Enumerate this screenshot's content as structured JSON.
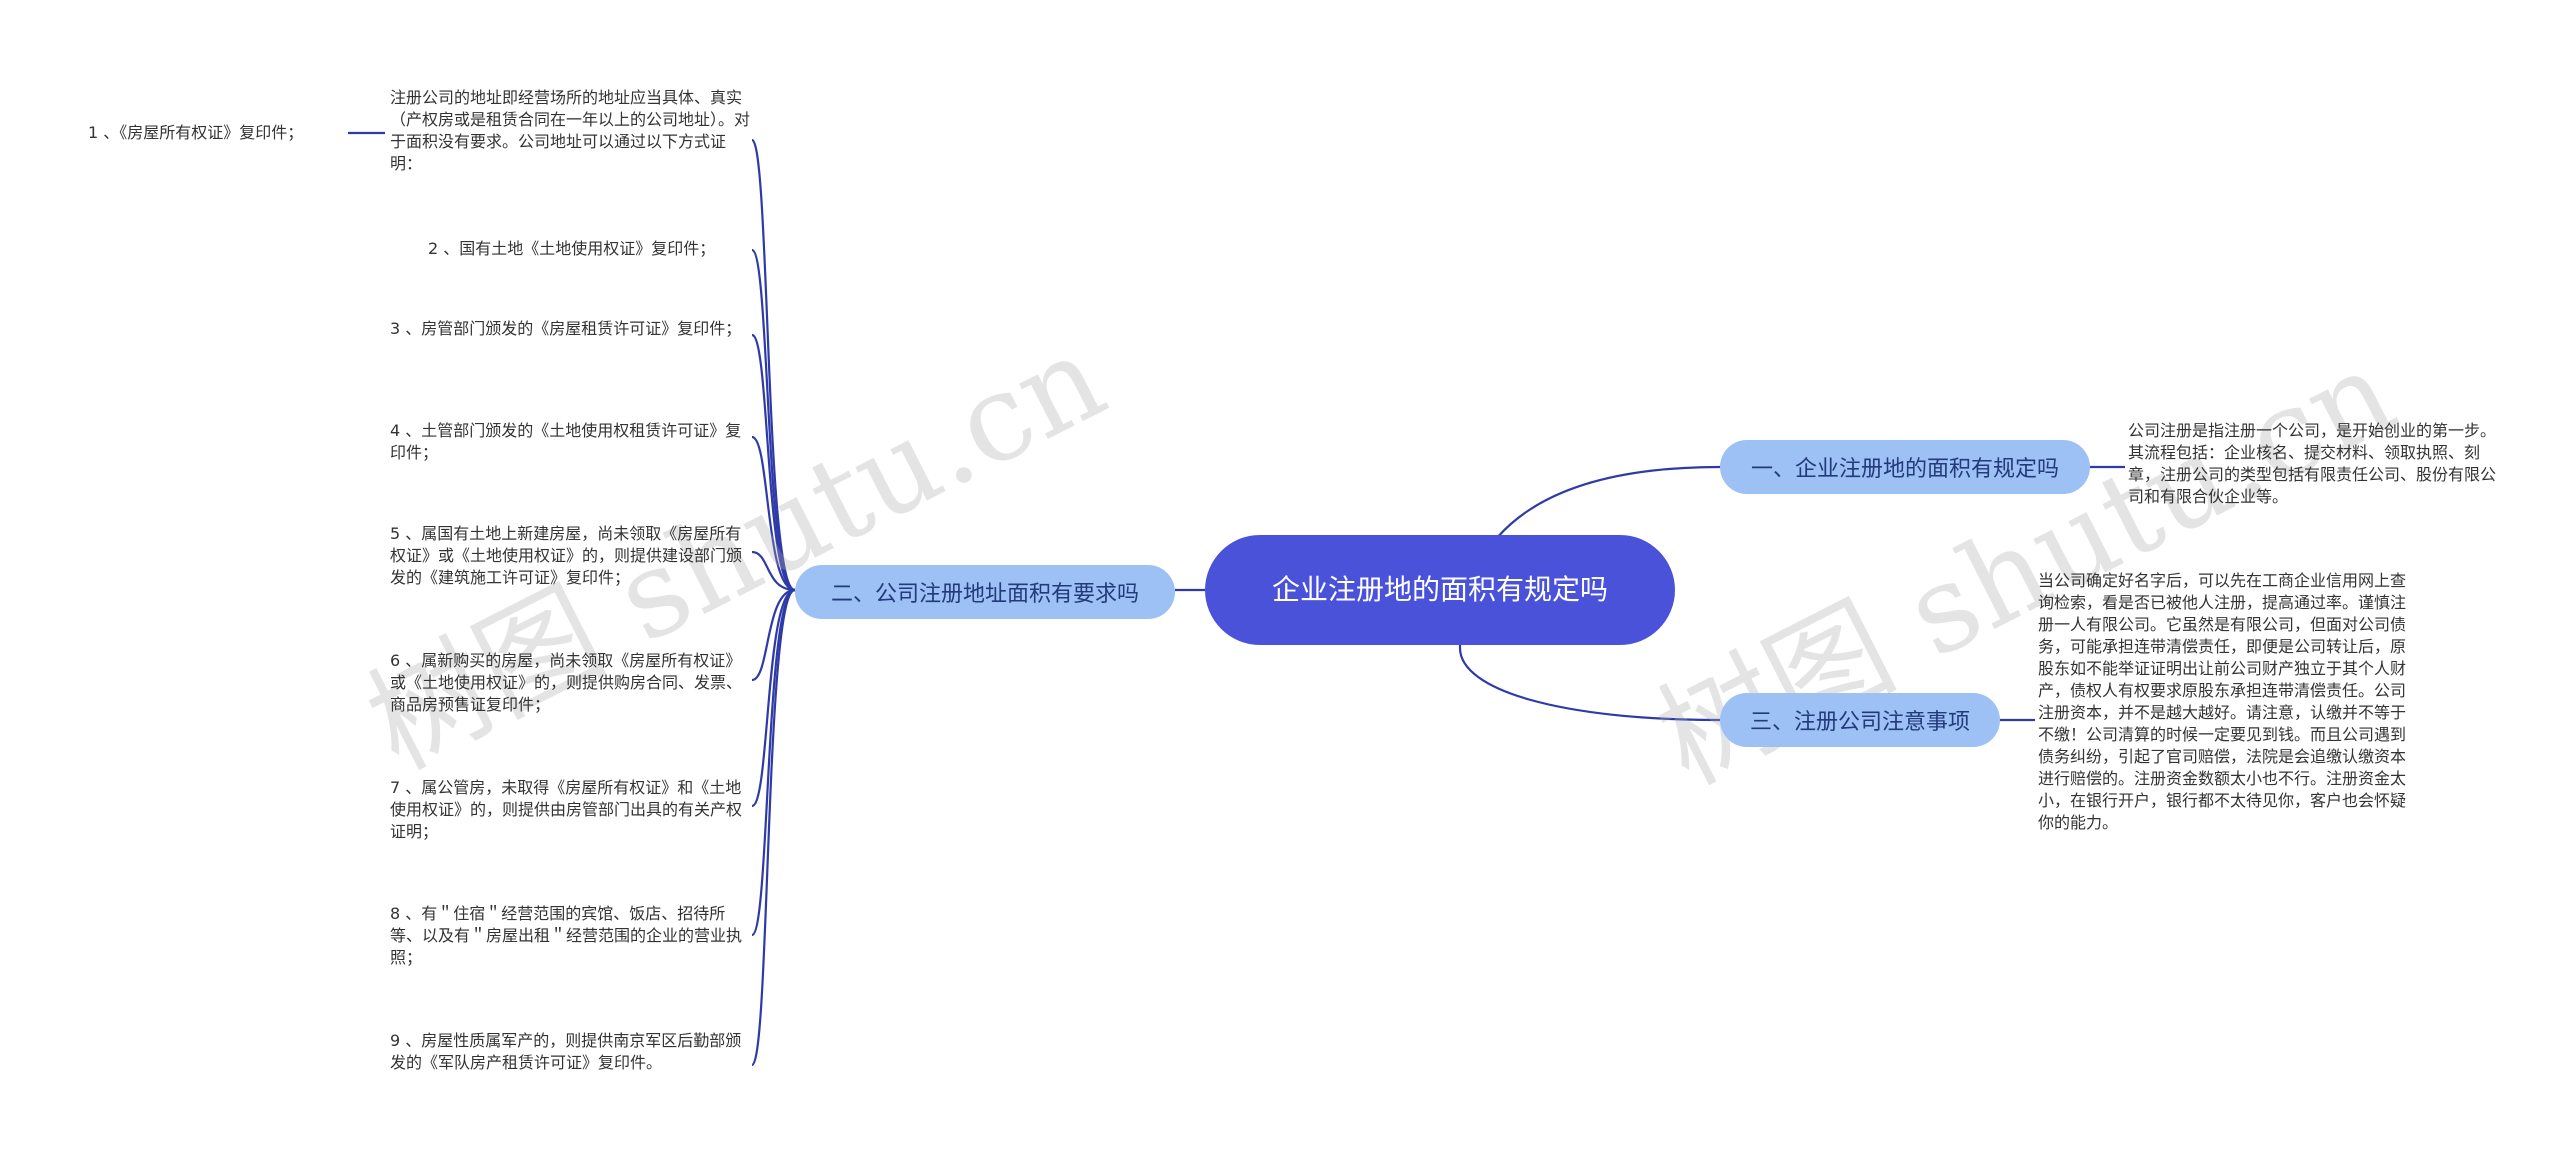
{
  "central": "企业注册地的面积有规定吗",
  "branches": {
    "b1": {
      "label": "一、企业注册地的面积有规定吗",
      "detail": "公司注册是指注册一个公司，是开始创业的第一步。其流程包括：企业核名、提交材料、领取执照、刻章，注册公司的类型包括有限责任公司、股份有限公司和有限合伙企业等。"
    },
    "b2": {
      "label": "二、公司注册地址面积有要求吗",
      "intro": "注册公司的地址即经营场所的地址应当具体、真实（产权房或是租赁合同在一年以上的公司地址）。对于面积没有要求。公司地址可以通过以下方式证明：",
      "items": [
        "1 、《房屋所有权证》复印件；",
        "2 、国有土地《土地使用权证》复印件；",
        "3 、房管部门颁发的《房屋租赁许可证》复印件；",
        "4 、土管部门颁发的《土地使用权租赁许可证》复印件；",
        "5 、属国有土地上新建房屋，尚未领取《房屋所有权证》或《土地使用权证》的，则提供建设部门颁发的《建筑施工许可证》复印件；",
        "6 、属新购买的房屋，尚未领取《房屋所有权证》或《土地使用权证》的，则提供购房合同、发票、商品房预售证复印件；",
        "7 、属公管房，未取得《房屋所有权证》和《土地使用权证》的，则提供由房管部门出具的有关产权证明；",
        "8 、有＂住宿＂经营范围的宾馆、饭店、招待所等、以及有＂房屋出租＂经营范围的企业的营业执照；",
        "9 、房屋性质属军产的，则提供南京军区后勤部颁发的《军队房产租赁许可证》复印件。"
      ]
    },
    "b3": {
      "label": "三、注册公司注意事项",
      "detail": "当公司确定好名字后，可以先在工商企业信用网上查询检索，看是否已被他人注册，提高通过率。谨慎注册一人有限公司。它虽然是有限公司，但面对公司债务，可能承担连带清偿责任，即便是公司转让后，原股东如不能举证证明出让前公司财产独立于其个人财产，债权人有权要求原股东承担连带清偿责任。公司注册资本，并不是越大越好。请注意，认缴并不等于不缴！公司清算的时候一定要见到钱。而且公司遇到债务纠纷，引起了官司赔偿，法院是会追缴认缴资本进行赔偿的。注册资金数额太小也不行。注册资金太小，在银行开户，银行都不太待见你，客户也会怀疑你的能力。"
    }
  },
  "watermark": "树图 shutu.cn",
  "colors": {
    "central": "#4a52d9",
    "branch": "#9dc0f5",
    "line": "#2e3aa8"
  }
}
